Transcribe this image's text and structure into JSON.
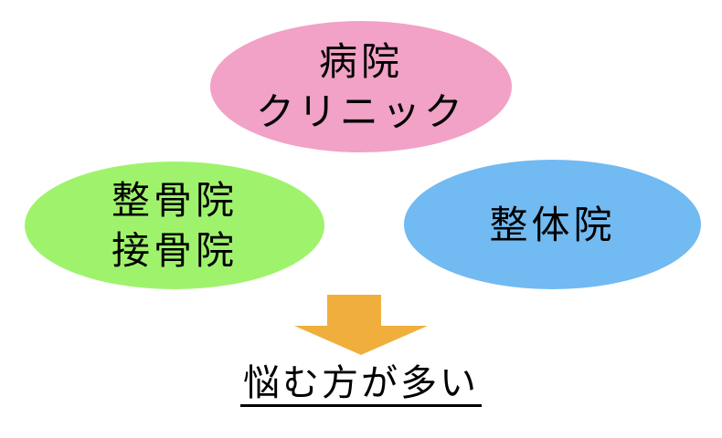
{
  "diagram": {
    "title_hint": "three-clinic-types-funnel",
    "background_color": "#ffffff",
    "text_color": "#000000",
    "bubbles": [
      {
        "id": "hospital-clinic",
        "color": "#f1a2c6",
        "lines": {
          "0": "病院",
          "1": "クリニック"
        }
      },
      {
        "id": "seikotsuin-sekkotsuin",
        "color": "#9ff36c",
        "lines": {
          "0": "整骨院",
          "1": "接骨院"
        }
      },
      {
        "id": "seitaiin",
        "color": "#72baf2",
        "lines": {
          "0": "整体院"
        }
      }
    ],
    "arrow": {
      "direction": "down",
      "color": "#f0af3d"
    },
    "conclusion": {
      "text": "悩む方が多い",
      "underlined": true
    }
  }
}
